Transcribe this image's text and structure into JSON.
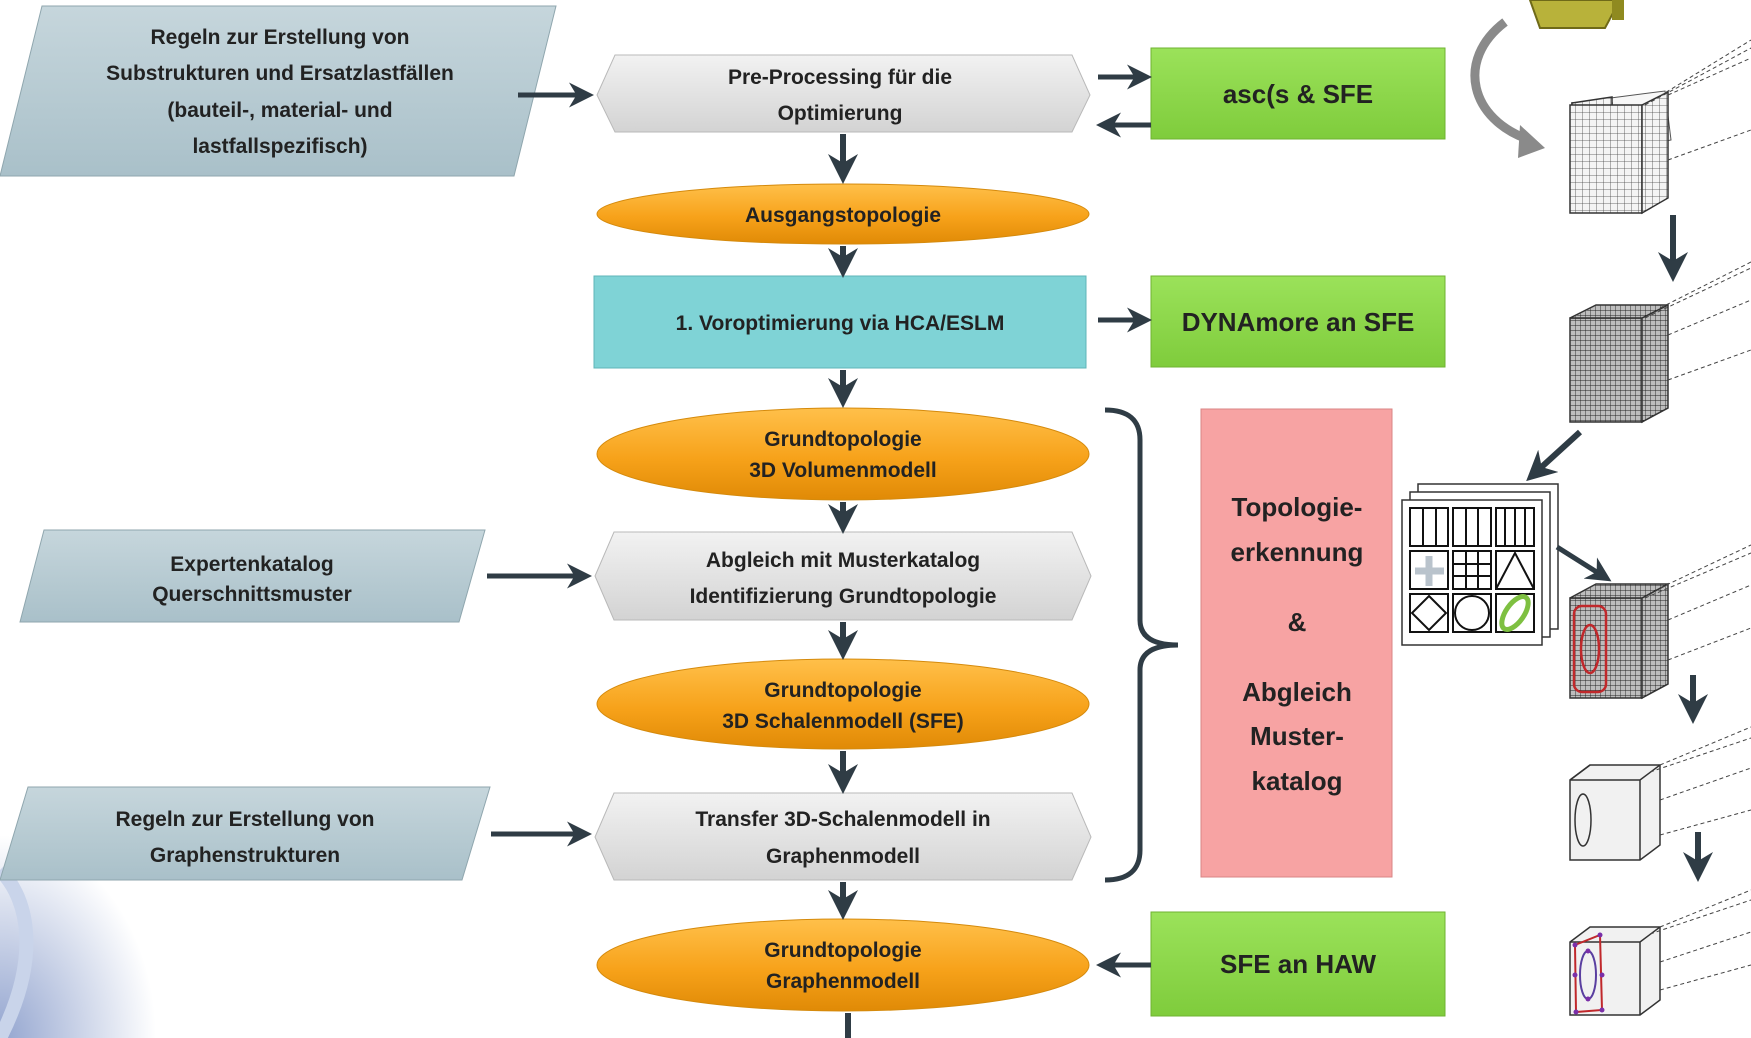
{
  "colors": {
    "input_parallelogram": "#b4c9d1",
    "process_gray": "#e4e4e4",
    "ellipse_orange": "#f7a21a",
    "box_cyan": "#7fd3d6",
    "box_green": "#8ed84c",
    "box_pink": "#f7a3a3",
    "arrow": "#2f3c45"
  },
  "inputs": {
    "rules_substructures": [
      "Regeln zur Erstellung von",
      "Substrukturen und Ersatzlastfällen",
      "(bauteil-, material- und",
      "lastfallspezifisch)"
    ],
    "expert_catalog": [
      "Expertenkatalog",
      "Querschnittsmuster"
    ],
    "rules_graph": [
      "Regeln zur Erstellung von",
      "Graphenstrukturen"
    ]
  },
  "process": {
    "preprocessing": [
      "Pre-Processing für die",
      "Optimierung"
    ],
    "matching": [
      "Abgleich mit Musterkatalog",
      "Identifizierung Grundtopologie"
    ],
    "transfer": [
      "Transfer 3D-Schalenmodell in",
      "Graphenmodell"
    ]
  },
  "states": {
    "start_topology": [
      "Ausgangstopologie"
    ],
    "base_volume": [
      "Grundtopologie",
      "3D Volumenmodell"
    ],
    "base_shell": [
      "Grundtopologie",
      "3D Schalenmodell (SFE)"
    ],
    "base_graph": [
      "Grundtopologie",
      "Graphenmodell"
    ]
  },
  "preopt": {
    "label": "1. Voroptimierung via HCA/ESLM"
  },
  "partners": {
    "asc_sfe": "asc(s & SFE",
    "dynamore_sfe": "DYNAmore an SFE",
    "sfe_haw": "SFE an HAW"
  },
  "topology_box": [
    "Topologie-",
    "erkennung",
    "&",
    "Abgleich",
    "Muster-",
    "katalog"
  ],
  "icons": {
    "illustrations": [
      "component-photo-icon",
      "volume-mesh-icon",
      "optimized-mesh-icon",
      "pattern-catalog-icon",
      "identified-mesh-icon",
      "shell-model-icon",
      "graph-model-icon"
    ]
  }
}
